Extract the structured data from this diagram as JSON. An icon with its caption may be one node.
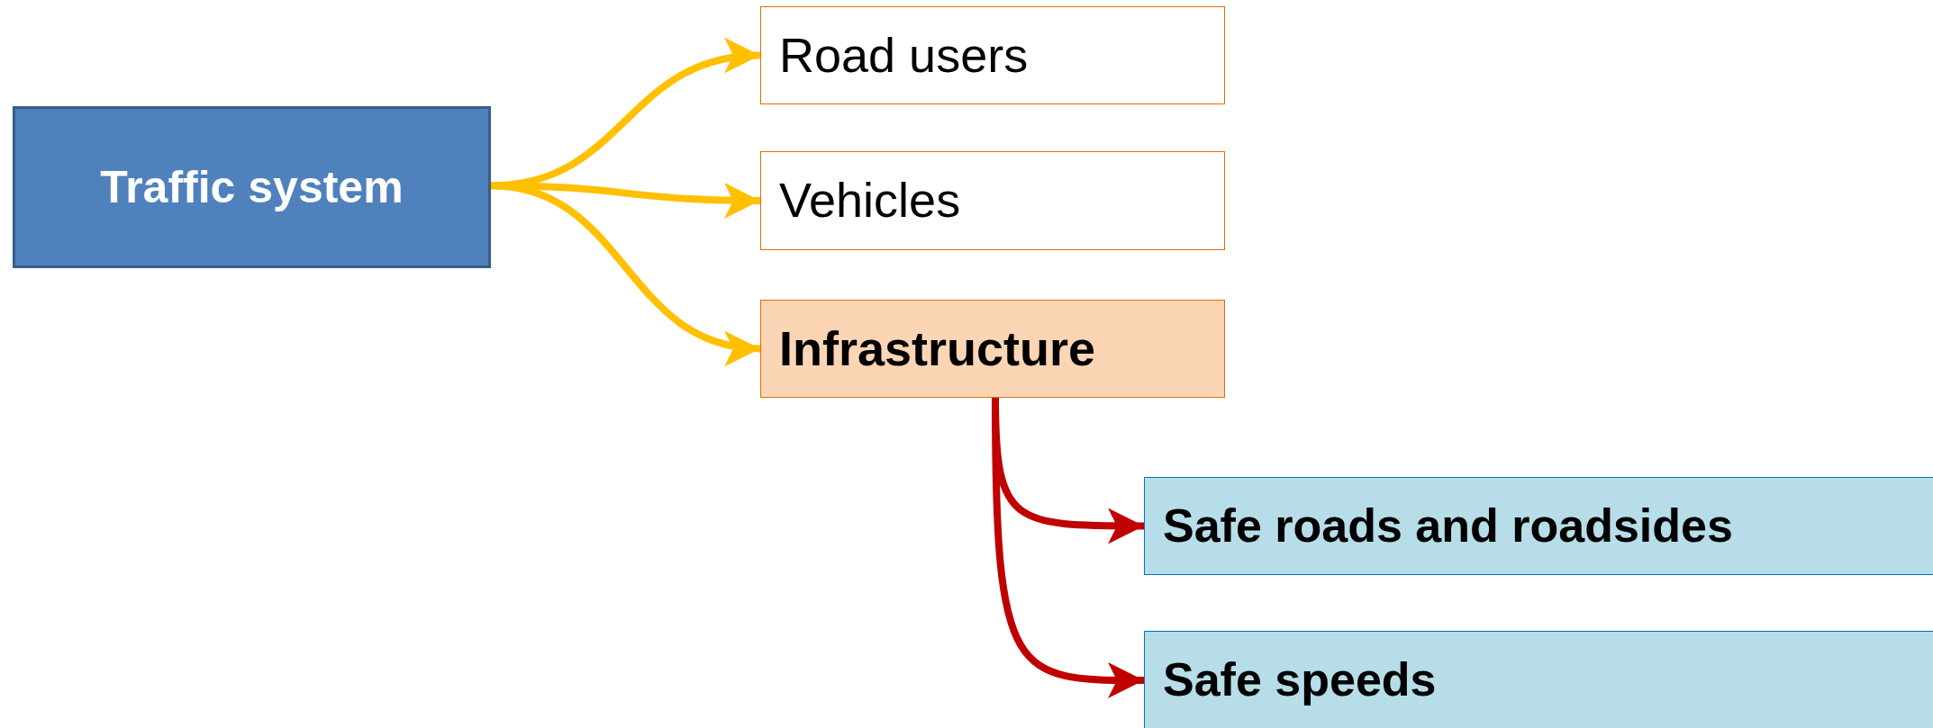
{
  "diagram": {
    "nodes": [
      {
        "text": [
          "Traffic system"
        ]
      },
      {
        "text": [
          "Road users"
        ]
      },
      {
        "text": [
          "Vehicles"
        ]
      },
      {
        "text": [
          "Infrastructure"
        ]
      },
      {
        "text": [
          "Safe roads and roadsides"
        ]
      },
      {
        "text": [
          "Safe speeds"
        ]
      }
    ],
    "edges": [
      {
        "from": 0,
        "to": 1,
        "arrow": "to"
      },
      {
        "from": 0,
        "to": 2,
        "arrow": "to"
      },
      {
        "from": 0,
        "to": 3,
        "arrow": "to"
      },
      {
        "from": 3,
        "to": 4,
        "arrow": "to",
        "color": "#c00000"
      },
      {
        "from": 3,
        "to": 5,
        "arrow": "to",
        "color": "#c00000"
      }
    ]
  }
}
